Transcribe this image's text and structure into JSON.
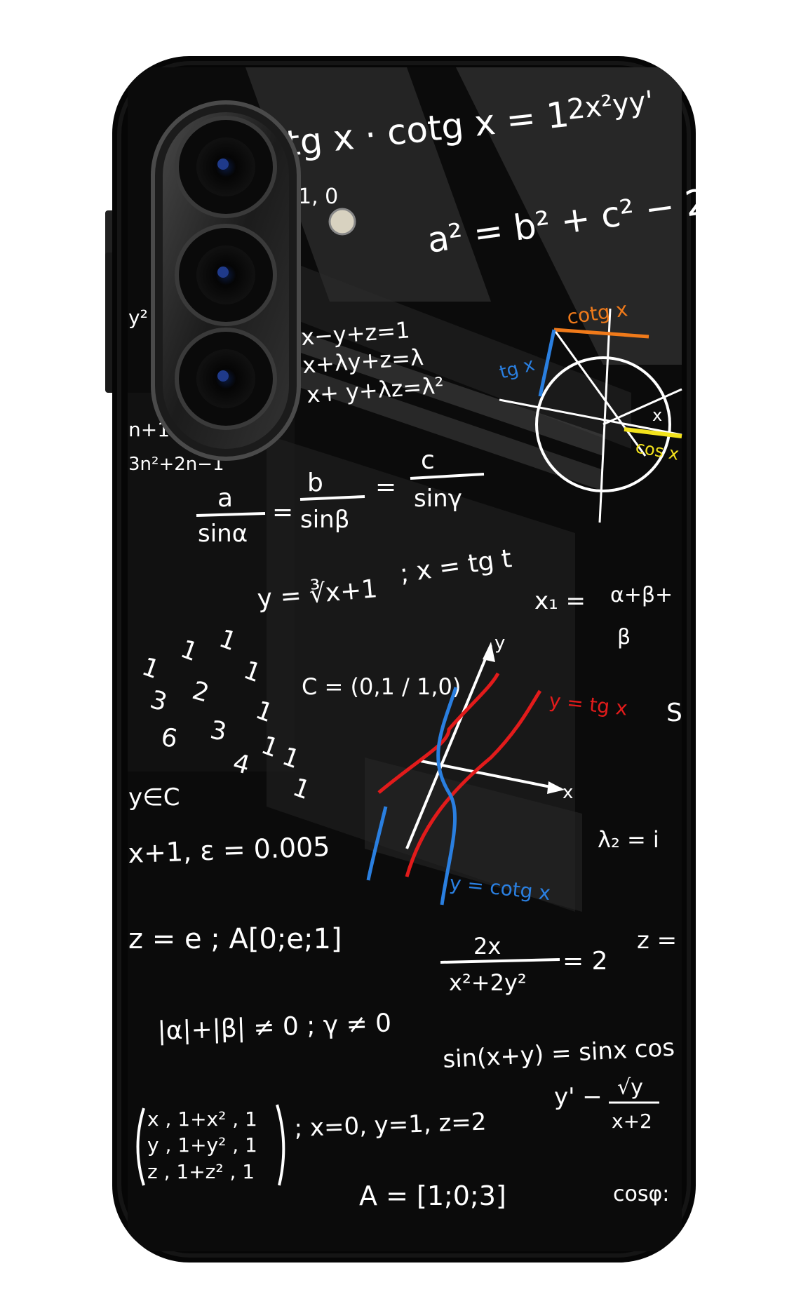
{
  "colors": {
    "background": "#ffffff",
    "case_body": "#060606",
    "case_rim": "#151515",
    "panel": "#0b0b0b",
    "chalk": "#ffffff",
    "accent_red": "#e21b1b",
    "accent_blue": "#2a7fe0",
    "accent_orange": "#f07a1a",
    "accent_yellow": "#f2e21c"
  },
  "icons": {
    "camera_module": "camera-module-icon",
    "lens": "camera-lens-icon",
    "flash": "flash-icon",
    "button": "side-button-icon"
  },
  "formulas": {
    "f01": "tg x · cotg x = 1",
    "f02": "2x²yy'",
    "f03": "a² = b² + c² − 2",
    "f04": "1, 0",
    "f05": "y²",
    "f06": "x−y+z=1",
    "f07": "x+λy+z=λ",
    "f08": "x+ y+λz=λ²",
    "f09": "n+1",
    "f10": "3n²+2n−1",
    "f11_num": "a",
    "f11_den": "sinα",
    "f12_num": "b",
    "f12_den": "sinβ",
    "f13_num": "c",
    "f13_den": "sinγ",
    "f14": "y = ∛x+1",
    "f15": "; x = tg t",
    "f16": "x₁ =",
    "f17": "α+β+",
    "f18": "β",
    "f19": "C = (0,1 / 1,0)",
    "f20": "y∈C",
    "f21": "x+1, ε = 0.005",
    "f22": "λ₂ = i",
    "f23": "z = e ; A[0;e;1]",
    "f24_num": "2x",
    "f24_den": "x²+2y²",
    "f24_rhs": "= 2",
    "f25": "z =",
    "f26": "|α|+|β| ≠ 0 ; γ ≠ 0",
    "f27": "sin(x+y) = sinx cos",
    "f28": "y' −",
    "f28_num": "√y",
    "f28_den": "x+2",
    "f29_r1": "x , 1+x² , 1",
    "f29_r2": "y , 1+y² , 1",
    "f29_r3": "z , 1+z² , 1",
    "f30": "; x=0, y=1, z=2",
    "f31": "A = [1;0;3]",
    "f32": "cosφ:",
    "f33": "S",
    "ones": [
      "1",
      "1",
      "1",
      "1",
      "3",
      "2",
      "1",
      "6",
      "3",
      "1",
      "4",
      "1",
      "1"
    ]
  },
  "labels": {
    "cotg": "cotg x",
    "tg": "tg x",
    "cos": "cos x",
    "x_letter": "x",
    "graph_y": "y",
    "graph_x": "x",
    "red_curve": "y = tg x",
    "blue_curve": "y = cotg x"
  }
}
